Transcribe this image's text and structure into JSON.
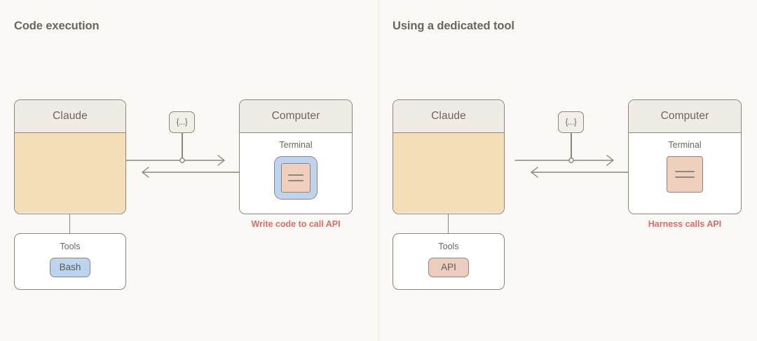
{
  "theme": {
    "background": "#faf9f5",
    "stroke": "#8c877c",
    "header_fill": "#efece6",
    "claude_fill": "#f5dfb9",
    "blue_fill": "#bed4ee",
    "peach_fill": "#f0cfbd",
    "pink_fill": "#eecdc1",
    "text": "#6b665c",
    "caption_red": "#e06b63",
    "divider": "#ece9e2"
  },
  "panels": [
    {
      "title": "Code execution",
      "claude": {
        "header": "Claude"
      },
      "tools": {
        "label": "Tools",
        "chip": "Bash",
        "chip_variant": "bash"
      },
      "message_badge": "{...}",
      "computer": {
        "header": "Computer",
        "terminal_label": "Terminal",
        "terminal_icon": "terminal-icon",
        "terminal_wrapped": true
      },
      "caption": "Write code to call API"
    },
    {
      "title": "Using a dedicated tool",
      "claude": {
        "header": "Claude"
      },
      "tools": {
        "label": "Tools",
        "chip": "API",
        "chip_variant": "api"
      },
      "message_badge": "{...}",
      "computer": {
        "header": "Computer",
        "terminal_label": "Terminal",
        "terminal_icon": "terminal-icon",
        "terminal_wrapped": false
      },
      "caption": "Harness calls API"
    }
  ]
}
